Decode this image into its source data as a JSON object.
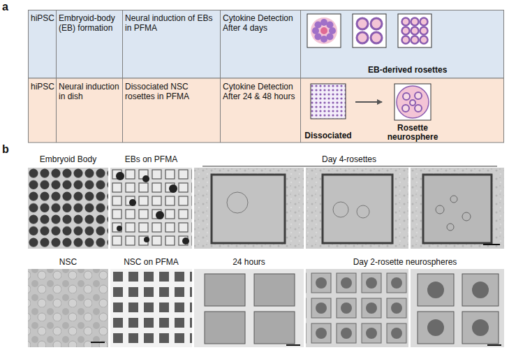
{
  "diagram": {
    "nodes": [
      {
        "text": [
          "hiPSC"
        ]
      },
      {
        "text": [
          "Embryoid-body (EB) formation"
        ]
      },
      {
        "text": [
          "Neural induction of EBs in PFMA"
        ]
      },
      {
        "text": [
          "Cytokine Detection After 4 days"
        ]
      },
      {
        "text": [
          "EB-derived rosettes"
        ]
      },
      {
        "text": [
          "hiPSC"
        ]
      },
      {
        "text": [
          "Neural induction in dish"
        ]
      },
      {
        "text": [
          "Dissociated NSC rosettes in PFMA"
        ]
      },
      {
        "text": [
          "Cytokine Detection After 24 & 48 hours"
        ]
      },
      {
        "text": [
          "Dissociated"
        ]
      },
      {
        "text": [
          "Rosette neurosphere"
        ]
      },
      {
        "text": [
          "Embryoid Body"
        ]
      },
      {
        "text": [
          "EBs on PFMA"
        ]
      },
      {
        "text": [
          "NSC"
        ]
      },
      {
        "text": [
          "NSC on PFMA"
        ]
      },
      {
        "text": [
          "24 hours"
        ]
      }
    ],
    "edges": [
      {
        "from": 9,
        "to": 10,
        "arrow": "to"
      }
    ],
    "labels": [
      "a",
      "b",
      "Day 4-rosettes",
      "Day 2-rosette neurospheres"
    ]
  }
}
